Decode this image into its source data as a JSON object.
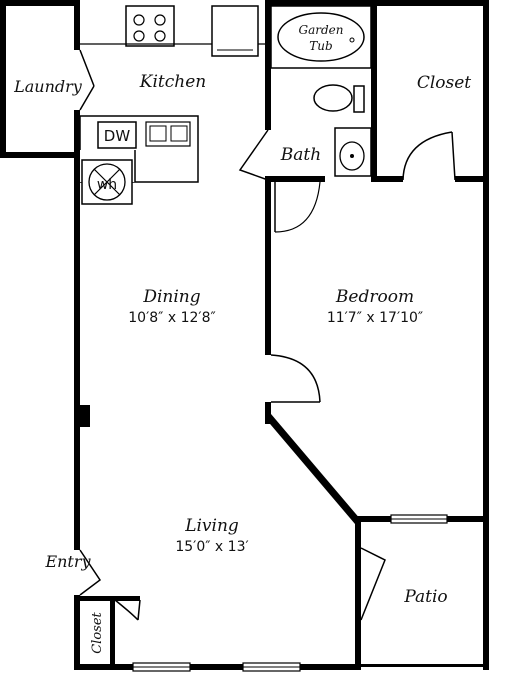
{
  "rooms": {
    "laundry": {
      "name": "Laundry"
    },
    "kitchen": {
      "name": "Kitchen"
    },
    "bath": {
      "name": "Bath"
    },
    "closet_top": {
      "name": "Closet"
    },
    "dining": {
      "name": "Dining",
      "size": "10′8″ x 12′8″"
    },
    "bedroom": {
      "name": "Bedroom",
      "size": "11′7″ x 17′10″"
    },
    "living": {
      "name": "Living",
      "size": "15′0″ x 13′"
    },
    "entry": {
      "name": "Entry"
    },
    "closet_entry": {
      "name": "Closet"
    },
    "patio": {
      "name": "Patio"
    }
  },
  "fixtures": {
    "garden_tub_line1": "Garden",
    "garden_tub_line2": "Tub",
    "dishwasher": "DW",
    "water_heater": "wh"
  }
}
